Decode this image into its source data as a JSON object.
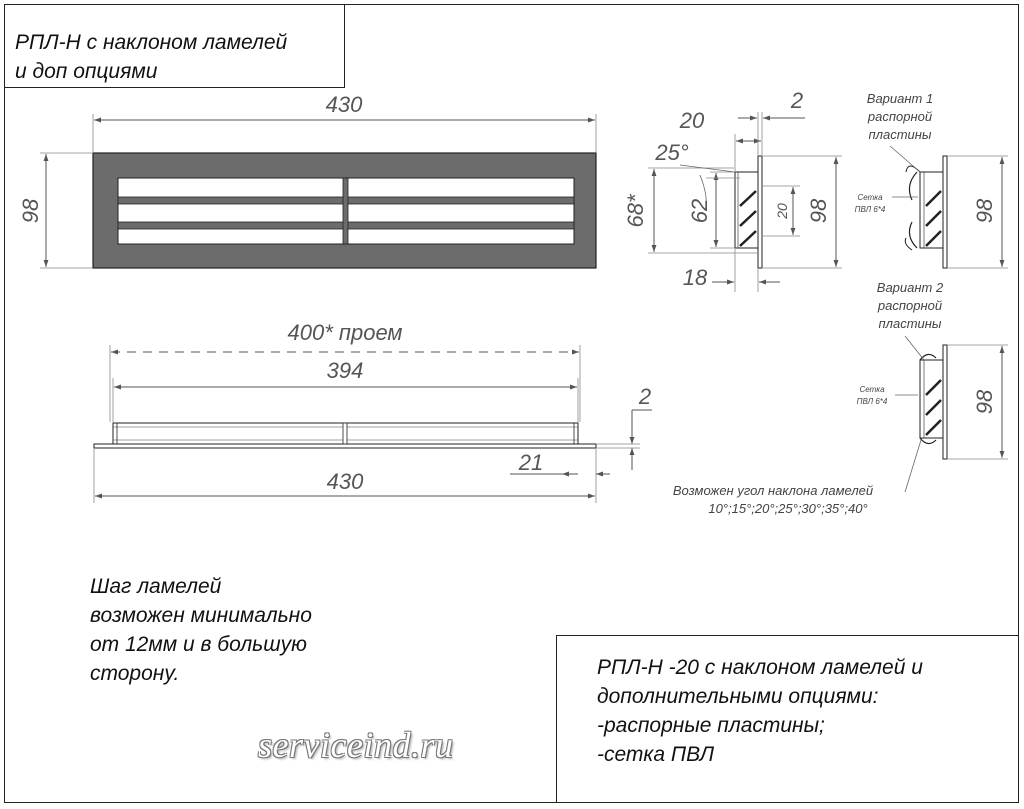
{
  "title": {
    "line1": "РПЛ-Н с наклоном ламелей",
    "line2": "и доп опциями"
  },
  "front": {
    "width": "430",
    "height": "98"
  },
  "bottom": {
    "opening": "400* проем",
    "inner": "394",
    "total": "430",
    "offset": "21",
    "thickness": "2"
  },
  "section": {
    "w20": "20",
    "w2": "2",
    "angle": "25°",
    "h68": "68*",
    "h62": "62",
    "h20": "20",
    "h98": "98",
    "w18": "18"
  },
  "variant1": {
    "caption_line1": "Вариант 1",
    "caption_line2": "распорной",
    "caption_line3": "пластины",
    "mesh_line1": "Сетка",
    "mesh_line2": "ПВЛ 6*4",
    "height": "98"
  },
  "variant2": {
    "caption_line1": "Вариант 2",
    "caption_line2": "распорной",
    "caption_line3": "пластины",
    "mesh_line1": "Сетка",
    "mesh_line2": "ПВЛ 6*4",
    "height": "98"
  },
  "angles": {
    "line1": "Возможен угол наклона ламелей",
    "line2": "10°;15°;20°;25°;30°;35°;40°"
  },
  "note": {
    "line1": "Шаг ламелей",
    "line2": "возможен минимально",
    "line3": "от 12мм и в большую",
    "line4": "сторону."
  },
  "info": {
    "line1": "РПЛ-Н -20 с наклоном ламелей и",
    "line2": "дополнительными опциями:",
    "line3": "-распорные пластины;",
    "line4": "-сетка ПВЛ"
  },
  "watermark": "serviceind.ru"
}
